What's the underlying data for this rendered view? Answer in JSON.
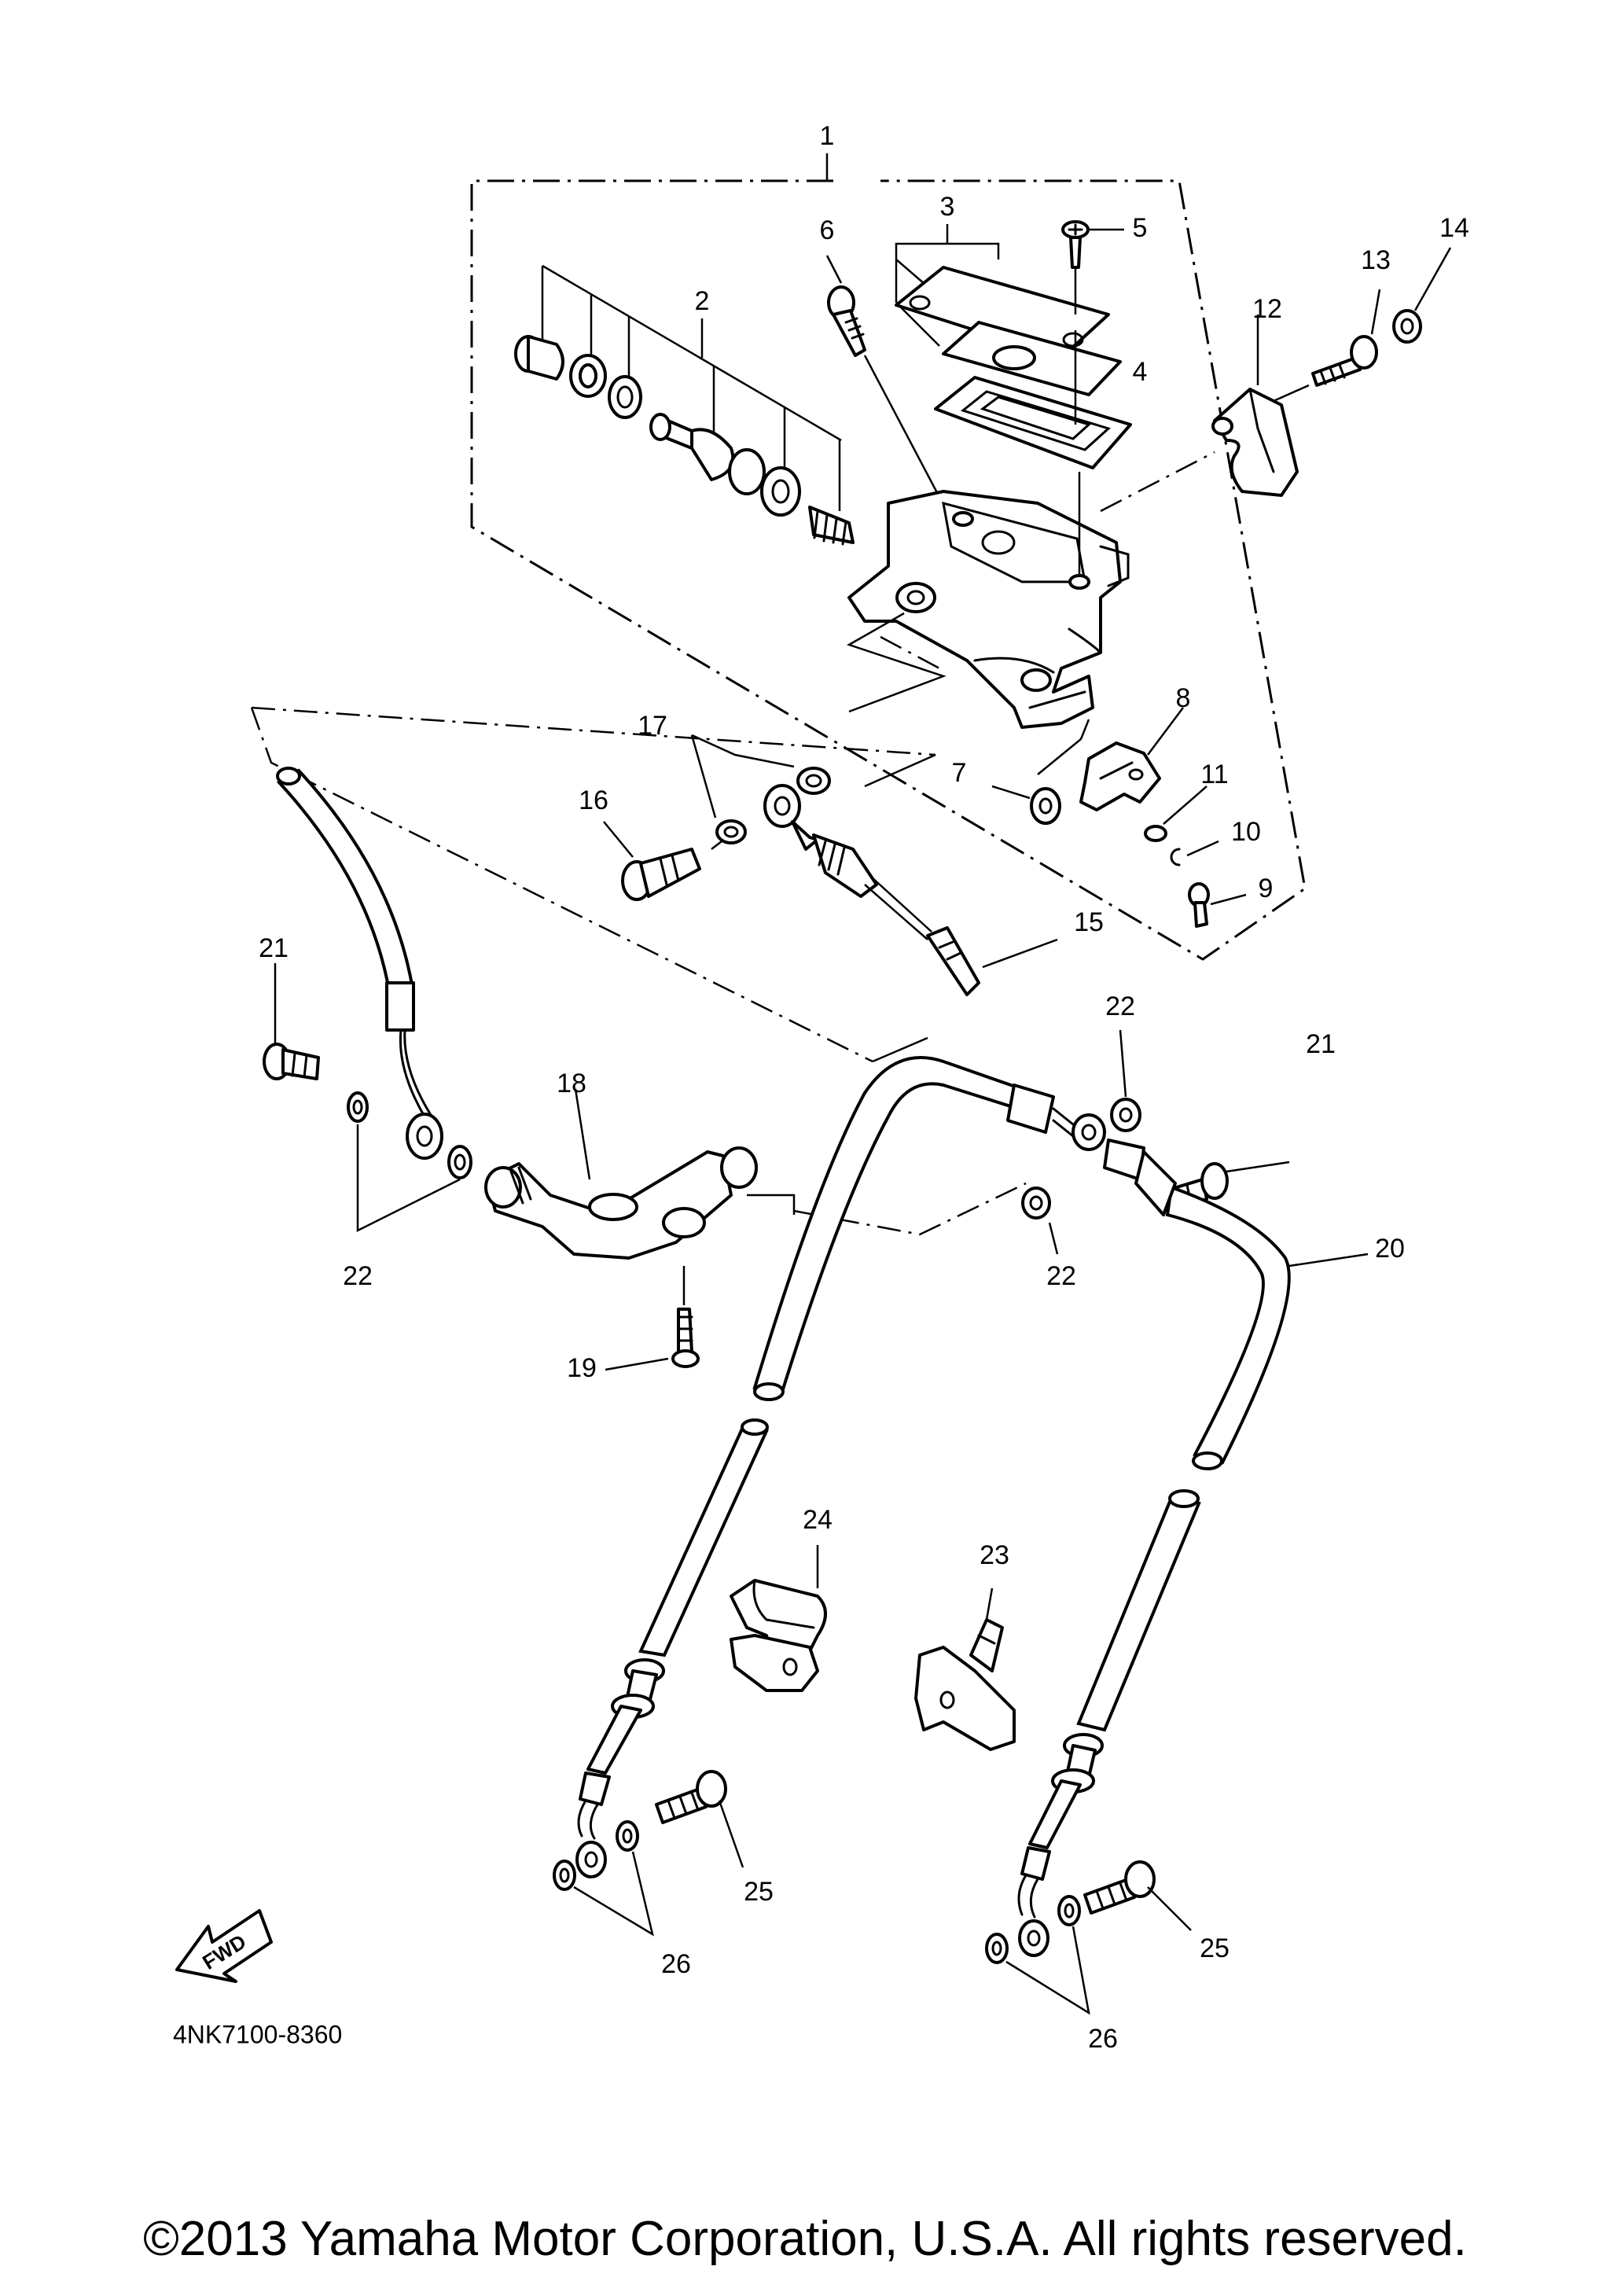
{
  "callouts": [
    {
      "id": "1",
      "text": "1"
    },
    {
      "id": "2",
      "text": "2"
    },
    {
      "id": "3",
      "text": "3"
    },
    {
      "id": "4",
      "text": "4"
    },
    {
      "id": "5",
      "text": "5"
    },
    {
      "id": "6",
      "text": "6"
    },
    {
      "id": "7",
      "text": "7"
    },
    {
      "id": "8",
      "text": "8"
    },
    {
      "id": "9",
      "text": "9"
    },
    {
      "id": "10",
      "text": "10"
    },
    {
      "id": "11",
      "text": "11"
    },
    {
      "id": "12",
      "text": "12"
    },
    {
      "id": "13",
      "text": "13"
    },
    {
      "id": "14",
      "text": "14"
    },
    {
      "id": "15",
      "text": "15"
    },
    {
      "id": "16",
      "text": "16"
    },
    {
      "id": "17",
      "text": "17"
    },
    {
      "id": "18",
      "text": "18"
    },
    {
      "id": "19",
      "text": "19"
    },
    {
      "id": "20",
      "text": "20"
    },
    {
      "id": "21a",
      "text": "21"
    },
    {
      "id": "21b",
      "text": "21"
    },
    {
      "id": "22a",
      "text": "22"
    },
    {
      "id": "22b",
      "text": "22"
    },
    {
      "id": "22c",
      "text": "22"
    },
    {
      "id": "23",
      "text": "23"
    },
    {
      "id": "24",
      "text": "24"
    },
    {
      "id": "25a",
      "text": "25"
    },
    {
      "id": "25b",
      "text": "25"
    },
    {
      "id": "26a",
      "text": "26"
    },
    {
      "id": "26b",
      "text": "26"
    }
  ],
  "fwd_label": "FWD",
  "diagram_code": "4NK7100-8360",
  "copyright": "©2013 Yamaha Motor Corporation, U.S.A. All rights reserved."
}
